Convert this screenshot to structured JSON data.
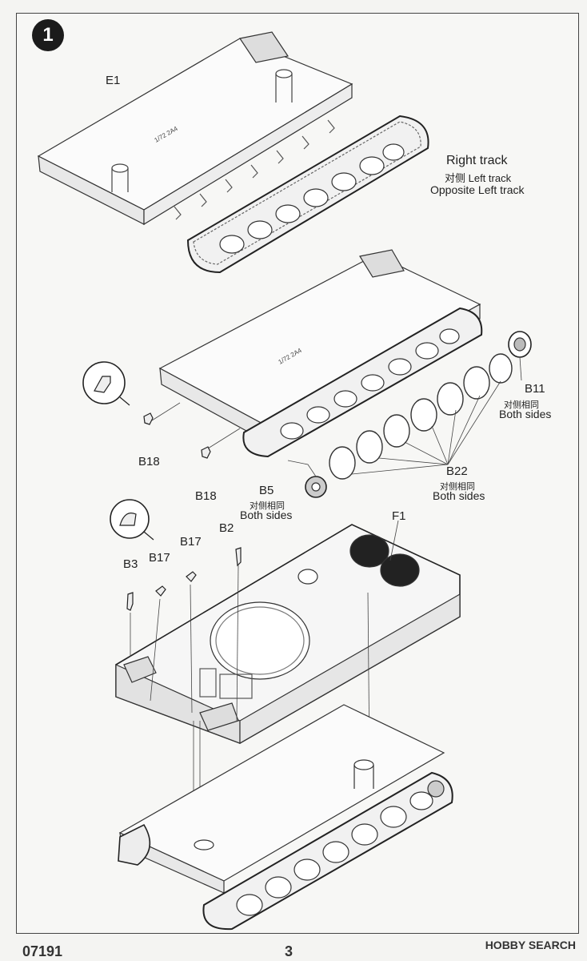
{
  "step": {
    "number": "1"
  },
  "labels": {
    "e1": "E1",
    "f1": "F1",
    "right_track": "Right track",
    "right_track_cn": "对侧 Left track",
    "right_track_alt": "Opposite Left track",
    "b11": "B11",
    "b11_cn": "对侧相同",
    "b11_en": "Both sides",
    "b18_a": "B18",
    "b18_b": "B18",
    "b22": "B22",
    "b22_cn": "对侧相同",
    "b22_en": "Both sides",
    "b5": "B5",
    "b5_cn": "对侧相同",
    "b5_en": "Both sides",
    "b2": "B2",
    "b3": "B3",
    "b17_a": "B17",
    "b17_b": "B17",
    "hull_marking": "1/72 2A4"
  },
  "footer": {
    "product_code": "07191",
    "page_number": "3",
    "watermark": "HOBBY SEARCH"
  }
}
